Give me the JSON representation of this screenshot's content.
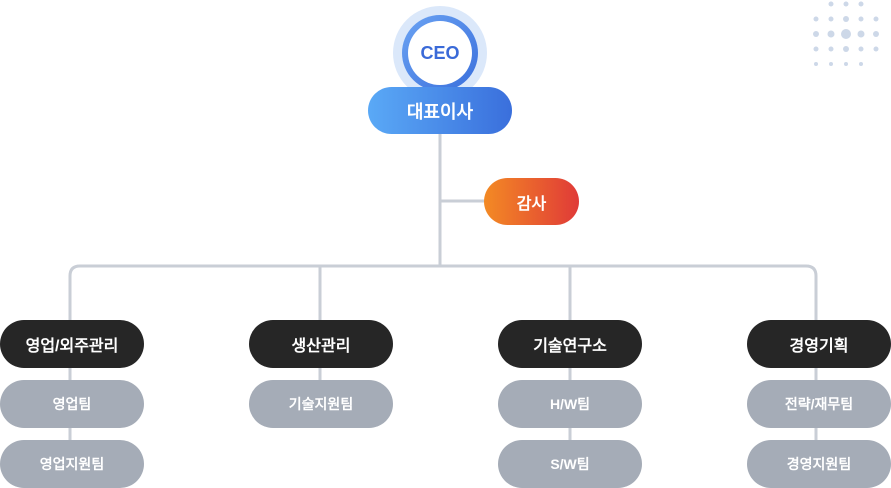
{
  "ceo": {
    "badge": "CEO",
    "title": "대표이사"
  },
  "audit": {
    "label": "감사"
  },
  "departments": [
    {
      "label": "영업/외주관리",
      "teams": [
        "영업팀",
        "영업지원팀"
      ]
    },
    {
      "label": "생산관리",
      "teams": [
        "기술지원팀"
      ]
    },
    {
      "label": "기술연구소",
      "teams": [
        "H/W팀",
        "S/W팀"
      ]
    },
    {
      "label": "경영기획",
      "teams": [
        "전략/재무팀",
        "경영지원팀"
      ]
    }
  ],
  "colors": {
    "ceo_blue": "#3a6fdc",
    "audit_orange": "#f38a24",
    "audit_red": "#e03a38",
    "dept_dark": "#262626",
    "team_gray": "#a5acb7",
    "line": "#c9ced6"
  }
}
